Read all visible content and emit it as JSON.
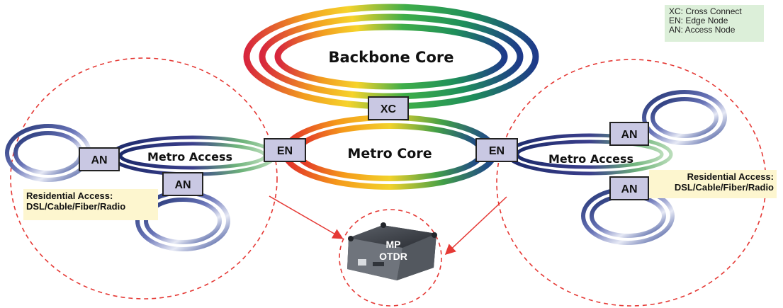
{
  "legend": {
    "line1": "XC: Cross Connect",
    "line2": "EN: Edge Node",
    "line3": "AN: Access Node"
  },
  "rings": {
    "backbone": "Backbone Core",
    "metro_core": "Metro Core",
    "metro_access_left": "Metro Access",
    "metro_access_right": "Metro Access"
  },
  "nodes": {
    "xc": "XC",
    "en_left": "EN",
    "en_right": "EN",
    "an_left_1": "AN",
    "an_left_2": "AN",
    "an_right_1": "AN",
    "an_right_2": "AN"
  },
  "residential_left": {
    "line1": "Residential Access:",
    "line2": "DSL/Cable/Fiber/Radio"
  },
  "residential_right": {
    "line1": "Residential Access:",
    "line2": "DSL/Cable/Fiber/Radio"
  },
  "device": {
    "line1": "MP",
    "line2": "OTDR"
  }
}
